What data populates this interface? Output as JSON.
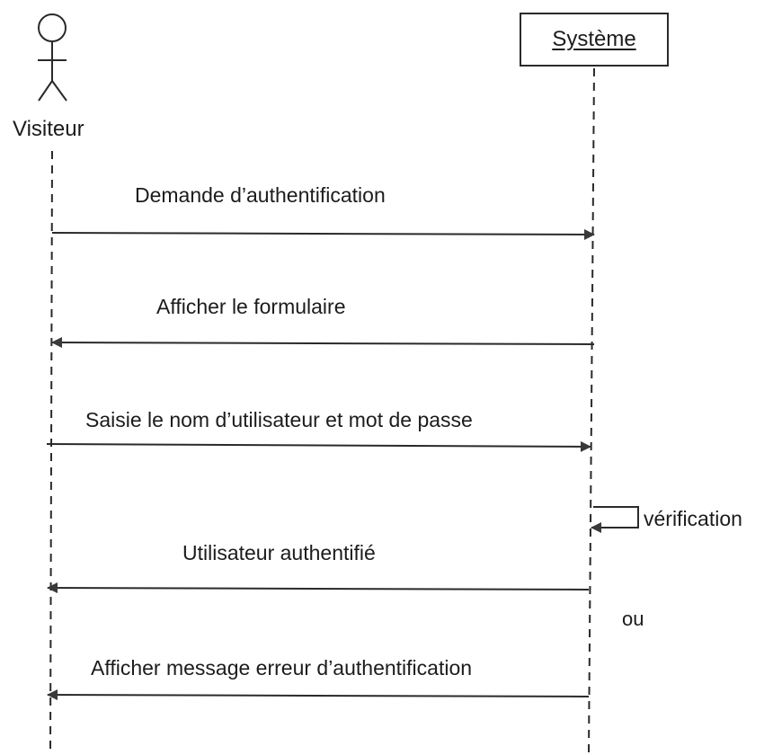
{
  "participants": {
    "actor": {
      "label": "Visiteur",
      "icon": "stick-figure-icon"
    },
    "system": {
      "label": "Système"
    }
  },
  "messages": [
    {
      "id": "m1",
      "label": "Demande d’authentification",
      "from": "actor",
      "to": "system"
    },
    {
      "id": "m2",
      "label": "Afficher le formulaire",
      "from": "system",
      "to": "actor"
    },
    {
      "id": "m3",
      "label": "Saisie le nom d’utilisateur et mot de passe",
      "from": "actor",
      "to": "system"
    },
    {
      "id": "m4",
      "label": "vérification",
      "from": "system",
      "to": "system"
    },
    {
      "id": "m5",
      "label": "Utilisateur authentifié",
      "from": "system",
      "to": "actor"
    },
    {
      "id": "m6",
      "label": "Afficher message erreur d’authentification",
      "from": "system",
      "to": "actor"
    }
  ],
  "alternative_label": "ou",
  "colors": {
    "line": "#2a2a2a",
    "arrowhead": "#3a3a3a",
    "text": "#1c1c1c"
  }
}
